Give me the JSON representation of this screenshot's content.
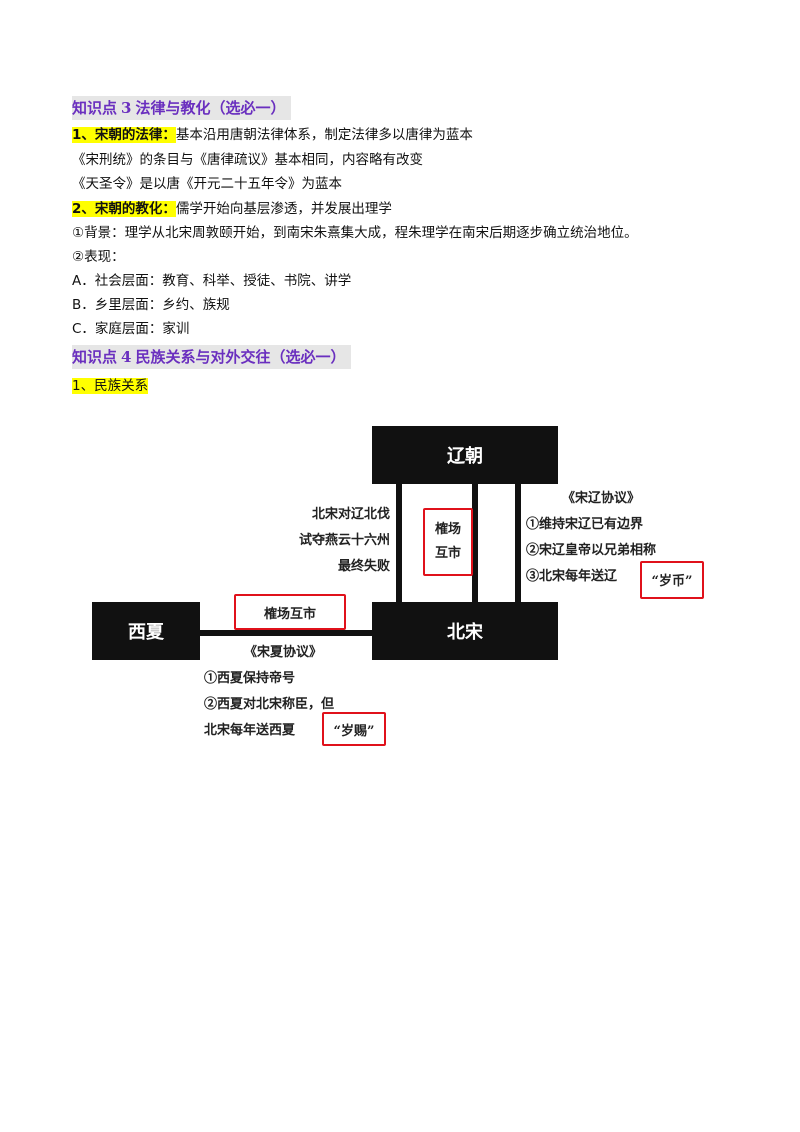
{
  "section3": {
    "title_prefix": "知识点",
    "title_num": "3",
    "title_text": "法律与教化（选必一）",
    "p1_label": "1、宋朝的法律：",
    "p1_text": "基本沿用唐朝法律体系，制定法律多以唐律为蓝本",
    "p2": "《宋刑统》的条目与《唐律疏议》基本相同，内容略有改变",
    "p3": "《天圣令》是以唐《开元二十五年令》为蓝本",
    "p4_label": "2、宋朝的教化：",
    "p4_text": "儒学开始向基层渗透，并发展出理学",
    "p5": "①背景：理学从北宋周敦颐开始，到南宋朱熹集大成，程朱理学在南宋后期逐步确立统治地位。",
    "p6": "②表现：",
    "p7": "A．社会层面：教育、科举、授徒、书院、讲学",
    "p8": "B．乡里层面：乡约、族规",
    "p9": "C．家庭层面：家训"
  },
  "section4": {
    "title_prefix": "知识点",
    "title_num": "4",
    "title_text": "民族关系与对外交往（选必一）",
    "p1": "1、民族关系"
  },
  "diagram": {
    "liao": "辽朝",
    "beisong": "北宋",
    "xixia": "西夏",
    "left_text": [
      "北宋对辽北伐",
      "试夺燕云十六州",
      "最终失败"
    ],
    "liao_market": [
      "榷场",
      "互市"
    ],
    "songliao_title": "《宋辽协议》",
    "songliao_items": [
      "①维持宋辽已有边界",
      "②宋辽皇帝以兄弟相称",
      "③北宋每年送辽"
    ],
    "songliao_red": "“岁币”",
    "xixia_market": "榷场互市",
    "songxia_title": "《宋夏协议》",
    "songxia_items": [
      "①西夏保持帝号",
      "②西夏对北宋称臣，但",
      "北宋每年送西夏"
    ],
    "songxia_red": "“岁赐”"
  }
}
